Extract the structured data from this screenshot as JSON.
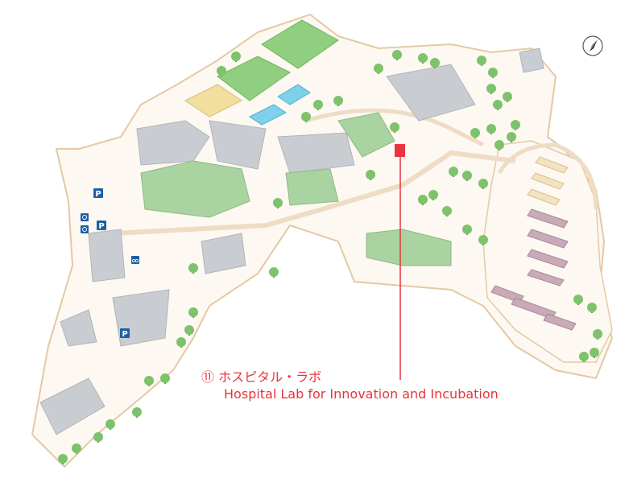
{
  "callout": {
    "number": "⑪",
    "name_ja": "ホスピタル・ラボ",
    "name_en": "Hospital Lab for Innovation and Incubation"
  },
  "parking_symbol": "P",
  "icons": [
    "compass-icon",
    "parking-icon",
    "accessible-icon",
    "bicycle-icon",
    "tree-icon",
    "marker-square"
  ],
  "colors": {
    "ground": "#fdf8f1",
    "boundary": "#e4c9a5",
    "building": "#c9cdd2",
    "building_green": "#a9d3a0",
    "field": "#8fcf7f",
    "court": "#f2dfa0",
    "pool": "#7fd0ea",
    "parking_sign": "#1d5fa5",
    "marker": "#e8343c",
    "tree": "#7cc36b",
    "dorm": "#c9aab8"
  }
}
